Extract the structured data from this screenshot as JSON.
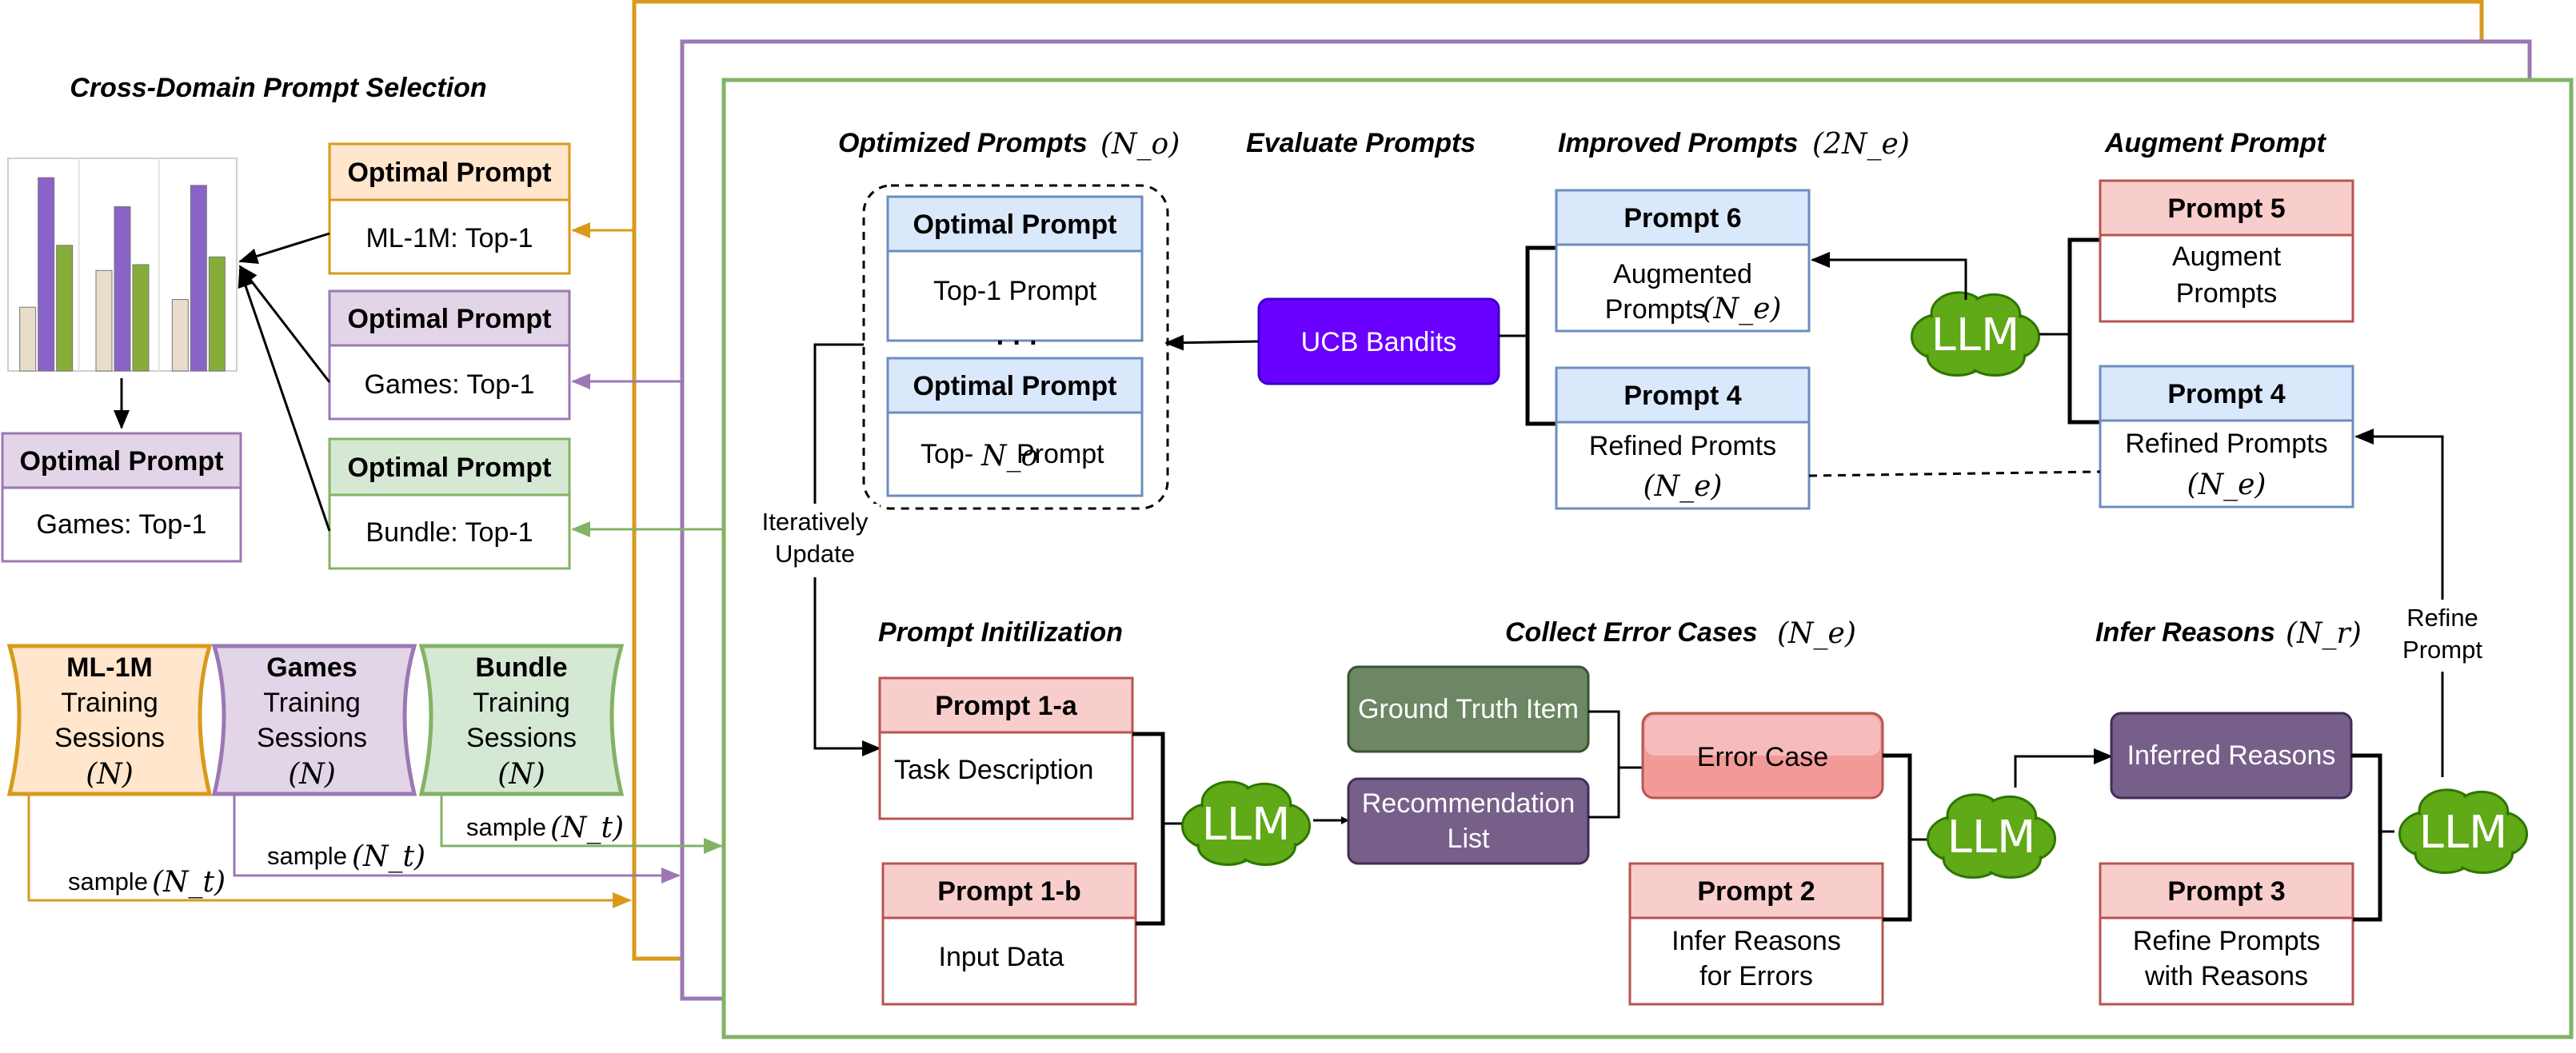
{
  "left_panel": {
    "title": "Cross-Domain Prompt Selection",
    "result_box": {
      "header": "Optimal Prompt",
      "label": "Games: Top-1"
    },
    "optimal_boxes": [
      {
        "header": "Optimal Prompt",
        "label": "ML-1M: Top-1"
      },
      {
        "header": "Optimal Prompt",
        "label": "Games: Top-1"
      },
      {
        "header": "Optimal Prompt",
        "label": "Bundle: Top-1"
      }
    ],
    "datasets": [
      {
        "name": "ML-1M",
        "line1": "Training",
        "line2": "Sessions",
        "count": "(N)"
      },
      {
        "name": "Games",
        "line1": "Training",
        "line2": "Sessions",
        "count": "(N)"
      },
      {
        "name": "Bundle",
        "line1": "Training",
        "line2": "Sessions",
        "count": "(N)"
      }
    ],
    "sample_labels": [
      {
        "text": "sample",
        "math": "(N_t)"
      },
      {
        "text": "sample",
        "math": "(N_t)"
      },
      {
        "text": "sample",
        "math": "(N_t)"
      }
    ]
  },
  "chart_data": {
    "type": "bar",
    "title": "",
    "xlabel": "",
    "ylabel": "",
    "categories": [
      "",
      "",
      ""
    ],
    "series": [
      {
        "values": [
          0.33,
          0.52,
          0.37
        ],
        "color": "#e8dccb"
      },
      {
        "values": [
          1.0,
          0.85,
          0.96
        ],
        "color": "#8a63c9"
      },
      {
        "values": [
          0.65,
          0.55,
          0.59
        ],
        "color": "#86ad3a"
      }
    ],
    "ylim": [
      0,
      1.1
    ],
    "grid": true
  },
  "headings": {
    "optimized_prompts": "Optimized Prompts",
    "optimized_math": "(N_o)",
    "evaluate_prompts": "Evaluate Prompts",
    "improved_prompts": "Improved Prompts",
    "improved_math": "(2N_e)",
    "augment_prompt": "Augment Prompt",
    "prompt_init": "Prompt Initilization",
    "collect_errors": "Collect Error Cases",
    "collect_math": "(N_e)",
    "infer_reasons": "Infer Reasons",
    "infer_math": "(N_r)"
  },
  "optimized": {
    "box1": {
      "header": "Optimal Prompt",
      "label": "Top-1 Prompt"
    },
    "dots": "· · ·",
    "box2": {
      "header": "Optimal Prompt",
      "label_pre": "Top-",
      "label_math": "N_o",
      "label_post": " Prompt"
    }
  },
  "ucb": "UCB Bandits",
  "iteratively_update": [
    "Iteratively",
    "Update"
  ],
  "prompt6": {
    "header": "Prompt 6",
    "line1": "Augmented",
    "line2": "Prompts",
    "math": "(N_e)"
  },
  "prompt4_left": {
    "header": "Prompt 4",
    "line1": "Refined Promts",
    "math": "(N_e)"
  },
  "prompt5": {
    "header": "Prompt 5",
    "line1": "Augment",
    "line2": "Prompts"
  },
  "prompt4_right": {
    "header": "Prompt 4",
    "line1": "Refined Prompts",
    "math": "(N_e)"
  },
  "refine_prompt": [
    "Refine",
    "Prompt"
  ],
  "prompt1a": {
    "header": "Prompt 1-a",
    "label": "Task Description"
  },
  "prompt1b": {
    "header": "Prompt 1-b",
    "label": "Input Data"
  },
  "ground_truth": "Ground Truth Item",
  "recommendation": [
    "Recommendation",
    "List"
  ],
  "error_case": "Error Case",
  "prompt2": {
    "header": "Prompt 2",
    "line1": "Infer Reasons",
    "line2": "for Errors"
  },
  "inferred_reasons": "Inferred Reasons",
  "prompt3": {
    "header": "Prompt 3",
    "line1": "Refine Prompts",
    "line2": "with Reasons"
  },
  "llm_label": "LLM",
  "colors": {
    "orange": "#d99a1c",
    "purple": "#9b78b4",
    "green": "#82b366",
    "blue_fill": "#dae8fc",
    "blue_stroke": "#6c8ebf",
    "red_fill": "#f8cecc",
    "red_stroke": "#b85450",
    "ucb": "#6a00ff",
    "llm": "#60a917",
    "gt_fill": "#6d8764",
    "rec_fill": "#76608a"
  }
}
